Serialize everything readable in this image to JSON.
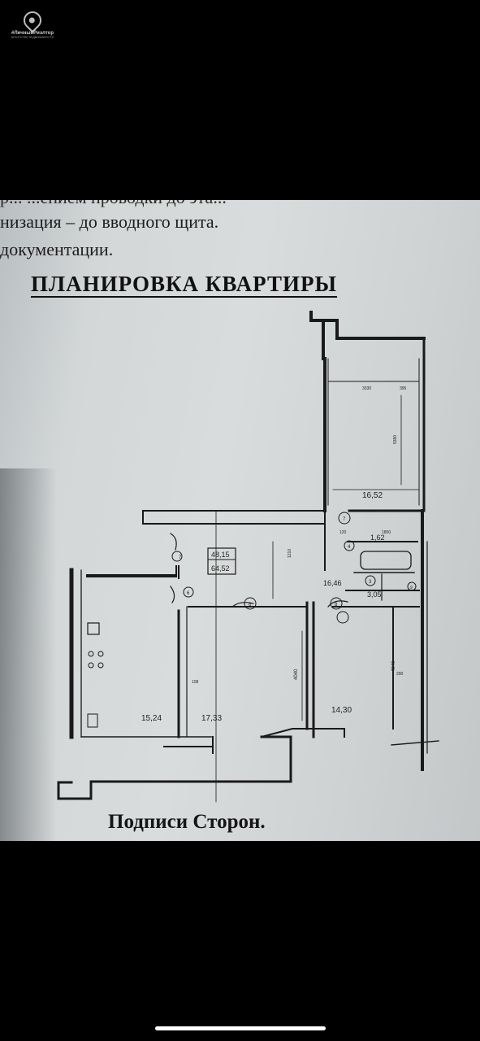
{
  "watermark": {
    "title": "#ЛичныйРиэлтор",
    "subtitle": "АГЕНТСТВО НЕДВИЖИМОСТИ",
    "icon": "location-pin-icon"
  },
  "document": {
    "line1": "р... ...ением проводки до эта...",
    "line2": "низация – до вводного щита.",
    "line3": "документации.",
    "heading": "ПЛАНИРОВКА КВАРТИРЫ",
    "footer": "Подписи Сторон."
  },
  "plan": {
    "total_top": "48,15",
    "total_bottom": "64,52",
    "rooms": {
      "kitchen": "15,24",
      "room_mid": "17,33",
      "room_right": "14,30",
      "loggia": "16,52",
      "hall": "16,46",
      "wc": "1,62",
      "bath": "3,05"
    },
    "dims": {
      "top_a": "3330",
      "top_b": "395",
      "loggia_h": "5380",
      "hall_a": "4040",
      "hall_b": "4040",
      "misc_a": "1800",
      "misc_b": "290",
      "misc_c": "108",
      "misc_d": "1210",
      "misc_e": "120"
    },
    "markers": [
      "7",
      "6",
      "8",
      "8",
      "7",
      "4",
      "3",
      "9"
    ]
  },
  "colors": {
    "background": "#000000",
    "paper": "#d6d9da",
    "ink": "#1d1d1d"
  }
}
